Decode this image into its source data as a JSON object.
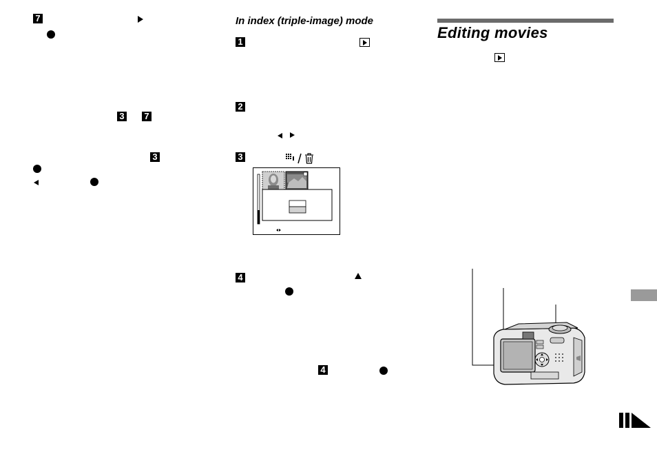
{
  "columns": {
    "middle": {
      "heading": "In index (triple-image) mode"
    },
    "right": {
      "title": "Editing movies"
    }
  },
  "step_labels": [
    "7",
    "3",
    "7",
    "3",
    "1",
    "2",
    "3",
    "4",
    "4"
  ],
  "screen": {
    "thumbnail_badges": [
      "",
      ""
    ],
    "menu_options": [
      "",
      ""
    ]
  },
  "icons": [
    "step-badge",
    "play-arrow-right",
    "center-button-dot",
    "left-arrow",
    "right-arrow",
    "up-arrow",
    "playback-button",
    "index-icon",
    "trash-icon",
    "section-index-tab",
    "continued-marker"
  ],
  "colors": {
    "rule": "#6b6b6b",
    "side_tab": "#9a9a9a",
    "camera_gray": "#b8b8b8"
  }
}
